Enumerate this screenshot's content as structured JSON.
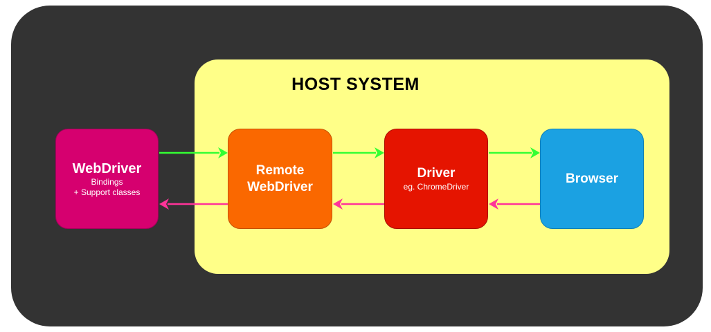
{
  "host": {
    "title": "HOST SYSTEM"
  },
  "nodes": {
    "webdriver": {
      "title": "WebDriver",
      "sub1": "Bindings",
      "sub2": "+ Support classes"
    },
    "remote": {
      "title1": "Remote",
      "title2": "WebDriver"
    },
    "driver": {
      "title": "Driver",
      "sub": "eg. ChromeDriver"
    },
    "browser": {
      "title": "Browser"
    }
  },
  "colors": {
    "outer": "#333333",
    "host": "#ffff88",
    "webdriver": "#d6006f",
    "remote": "#fa6800",
    "driver": "#e51400",
    "browser": "#1ba1e2",
    "forward_arrow": "#33ff33",
    "return_arrow": "#ff3399"
  }
}
